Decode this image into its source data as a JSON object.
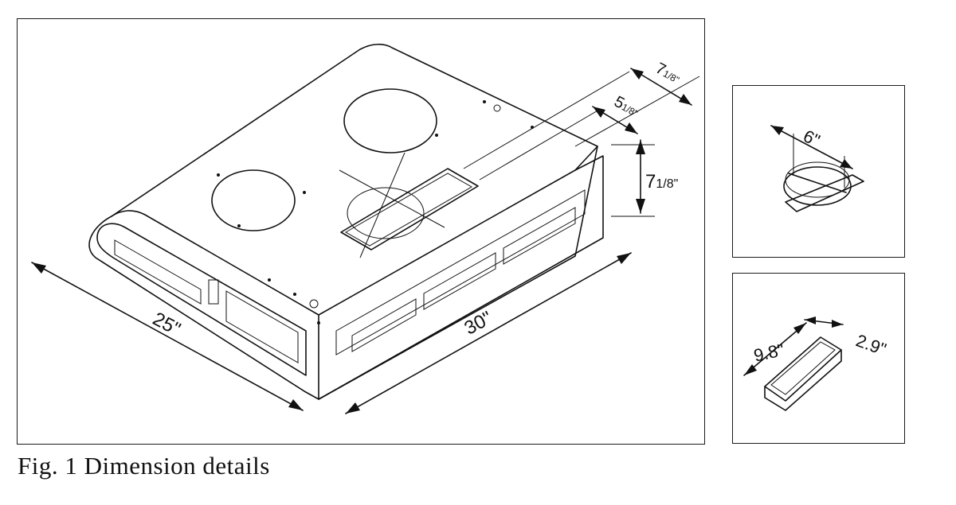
{
  "figure": {
    "caption": "Fig. 1 Dimension details",
    "main_view": {
      "dimensions": {
        "depth": "25\"",
        "width": "30\"",
        "height_whole": "7",
        "height_fraction": "1/8\"",
        "offset_top_whole": "7",
        "offset_top_fraction": "1/8\"",
        "offset_inner_whole": "5",
        "offset_inner_fraction": "1/8\""
      }
    },
    "round_duct": {
      "diameter": "6\""
    },
    "rect_duct": {
      "length": "9.8\"",
      "width": "2.9\""
    }
  }
}
